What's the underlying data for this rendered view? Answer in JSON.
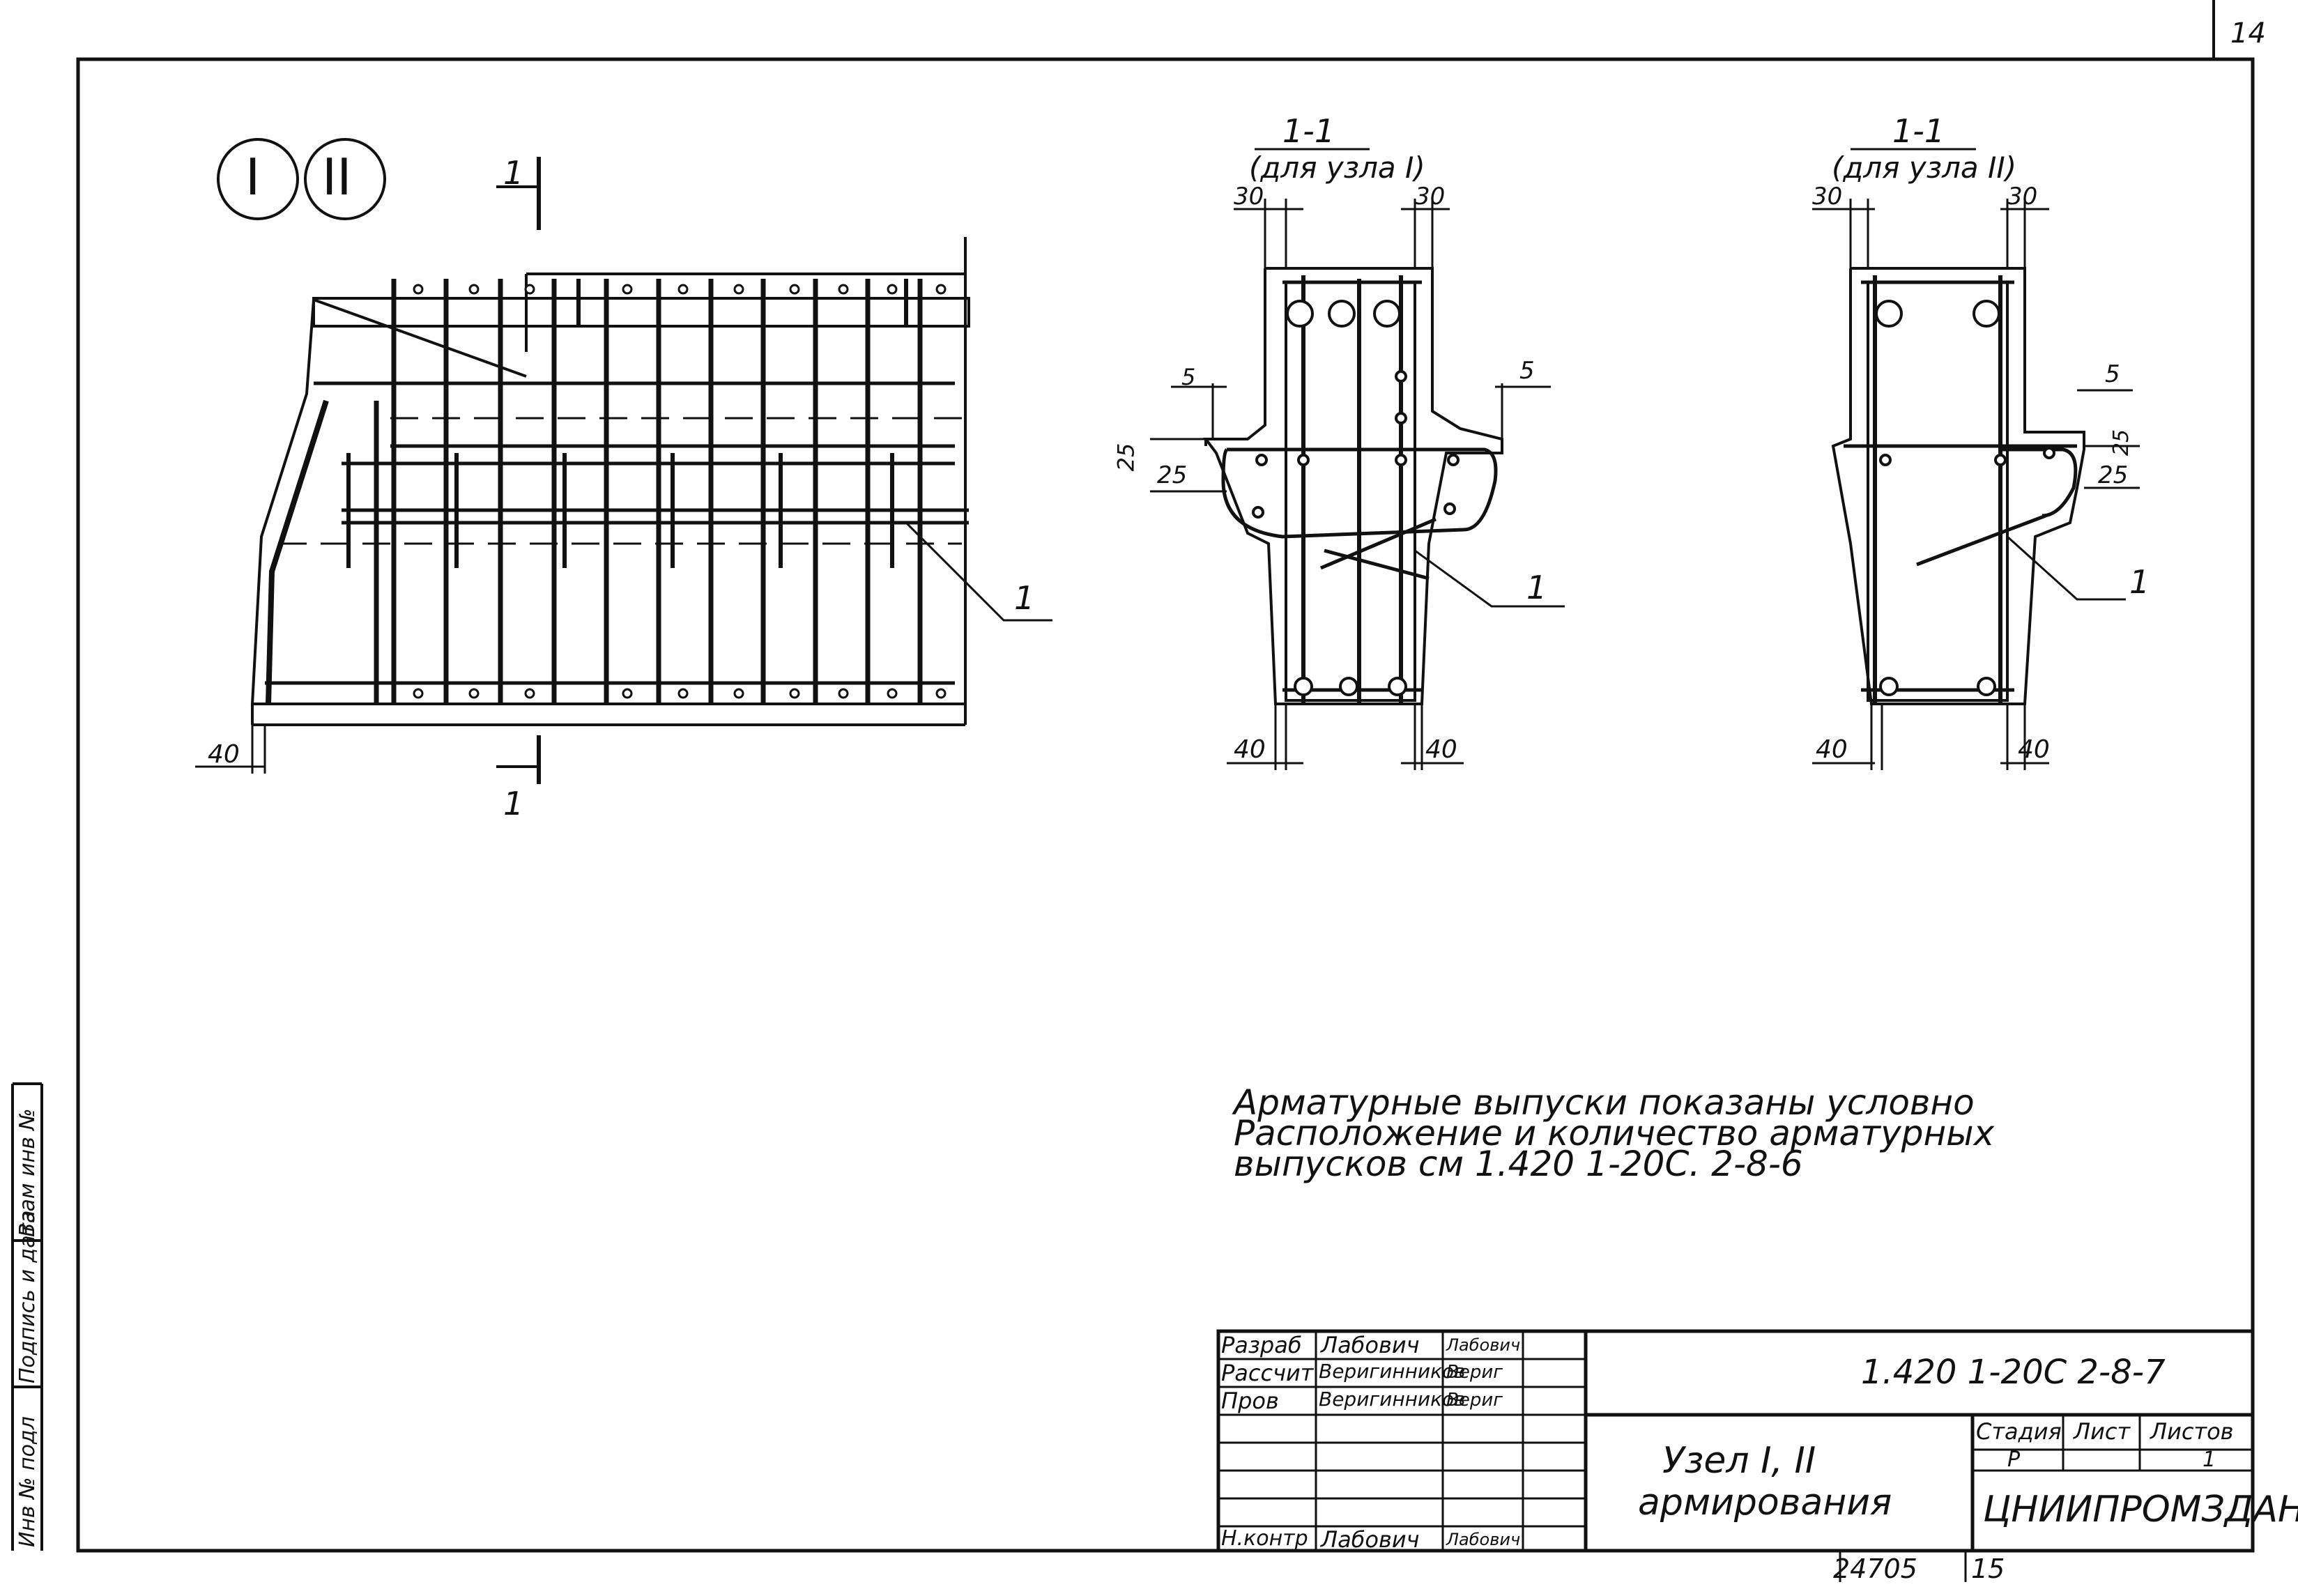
{
  "page_number": "14",
  "node_labels": [
    "I",
    "II"
  ],
  "section_marks": {
    "top": "1",
    "bottom": "1"
  },
  "dims_elevation": {
    "left_bottom": "40",
    "callout": "1"
  },
  "section_1": {
    "title": "1-1",
    "subtitle": "(для узла I)",
    "dim_top_left": "30",
    "dim_top_right": "30",
    "dim_shelf_left": "5",
    "dim_shelf_right": "5",
    "dim_side_25a": "25",
    "dim_side_25b": "25",
    "dim_bottom_left": "40",
    "dim_bottom_right": "40",
    "callout": "1"
  },
  "section_2": {
    "title": "1-1",
    "subtitle": "(для узла II)",
    "dim_top_left": "30",
    "dim_top_right": "30",
    "dim_shelf": "5",
    "dim_side_25a": "25",
    "dim_side_25b": "25",
    "dim_bottom_left": "40",
    "dim_bottom_right": "40",
    "callout": "1"
  },
  "note_lines": [
    "Арматурные выпуски показаны условно",
    "Расположение и количество арматурных",
    "выпусков см 1.420 1-20С. 2-8-6"
  ],
  "title_block": {
    "roles": [
      {
        "role": "Разраб",
        "name": "Лабович",
        "sign": "Лабович"
      },
      {
        "role": "Рассчит",
        "name": "Веригинников",
        "sign": "Вериг"
      },
      {
        "role": "Пров",
        "name": "Веригинников",
        "sign": "Вериг"
      },
      {
        "role": "Н.контр",
        "name": "Лабович",
        "sign": "Лабович"
      }
    ],
    "designation": "1.420 1-20С 2-8-7",
    "drawing_title_line1": "Узел I, II",
    "drawing_title_line2": "армирования",
    "stage_header": "Стадия",
    "sheet_header": "Лист",
    "sheets_header": "Листов",
    "stage": "Р",
    "sheets": "1",
    "organization": "ЦНИИПРОМЗДАНИЙ"
  },
  "side_stamp": [
    "Инв № подл",
    "Подпись и дата",
    "Взам инв №"
  ],
  "bottom_numbers": {
    "inventory": "24705",
    "format": "15"
  }
}
